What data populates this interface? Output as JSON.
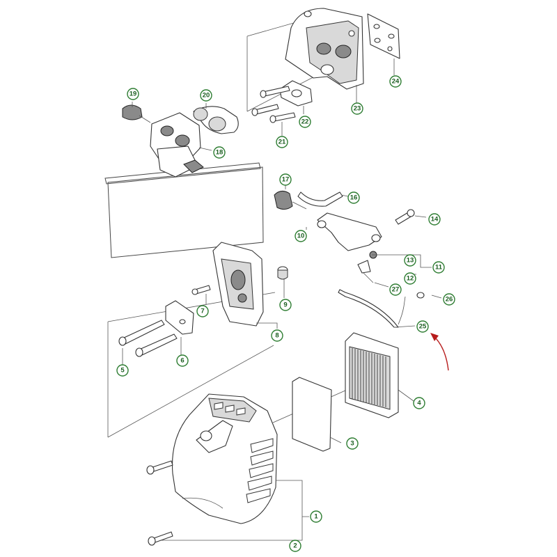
{
  "diagram": {
    "colors": {
      "callout_ring": "#2e7d32",
      "callout_text": "#1b5e20",
      "arrow": "#b71c1c",
      "line": "#333333",
      "page": "#ffffff"
    },
    "callouts": [
      {
        "id": "c1",
        "label": "1"
      },
      {
        "id": "c2",
        "label": "2"
      },
      {
        "id": "c3",
        "label": "3"
      },
      {
        "id": "c4",
        "label": "4"
      },
      {
        "id": "c5",
        "label": "5"
      },
      {
        "id": "c6",
        "label": "6"
      },
      {
        "id": "c7",
        "label": "7"
      },
      {
        "id": "c8",
        "label": "8"
      },
      {
        "id": "c9",
        "label": "9"
      },
      {
        "id": "c10",
        "label": "10"
      },
      {
        "id": "c11",
        "label": "11"
      },
      {
        "id": "c12",
        "label": "12"
      },
      {
        "id": "c13",
        "label": "13"
      },
      {
        "id": "c14",
        "label": "14"
      },
      {
        "id": "c16",
        "label": "16"
      },
      {
        "id": "c17",
        "label": "17"
      },
      {
        "id": "c18",
        "label": "18"
      },
      {
        "id": "c19",
        "label": "19"
      },
      {
        "id": "c20",
        "label": "20"
      },
      {
        "id": "c21",
        "label": "21"
      },
      {
        "id": "c22",
        "label": "22"
      },
      {
        "id": "c23",
        "label": "23"
      },
      {
        "id": "c24",
        "label": "24"
      },
      {
        "id": "c25",
        "label": "25"
      },
      {
        "id": "c26",
        "label": "26"
      },
      {
        "id": "c27",
        "label": "27"
      }
    ]
  }
}
